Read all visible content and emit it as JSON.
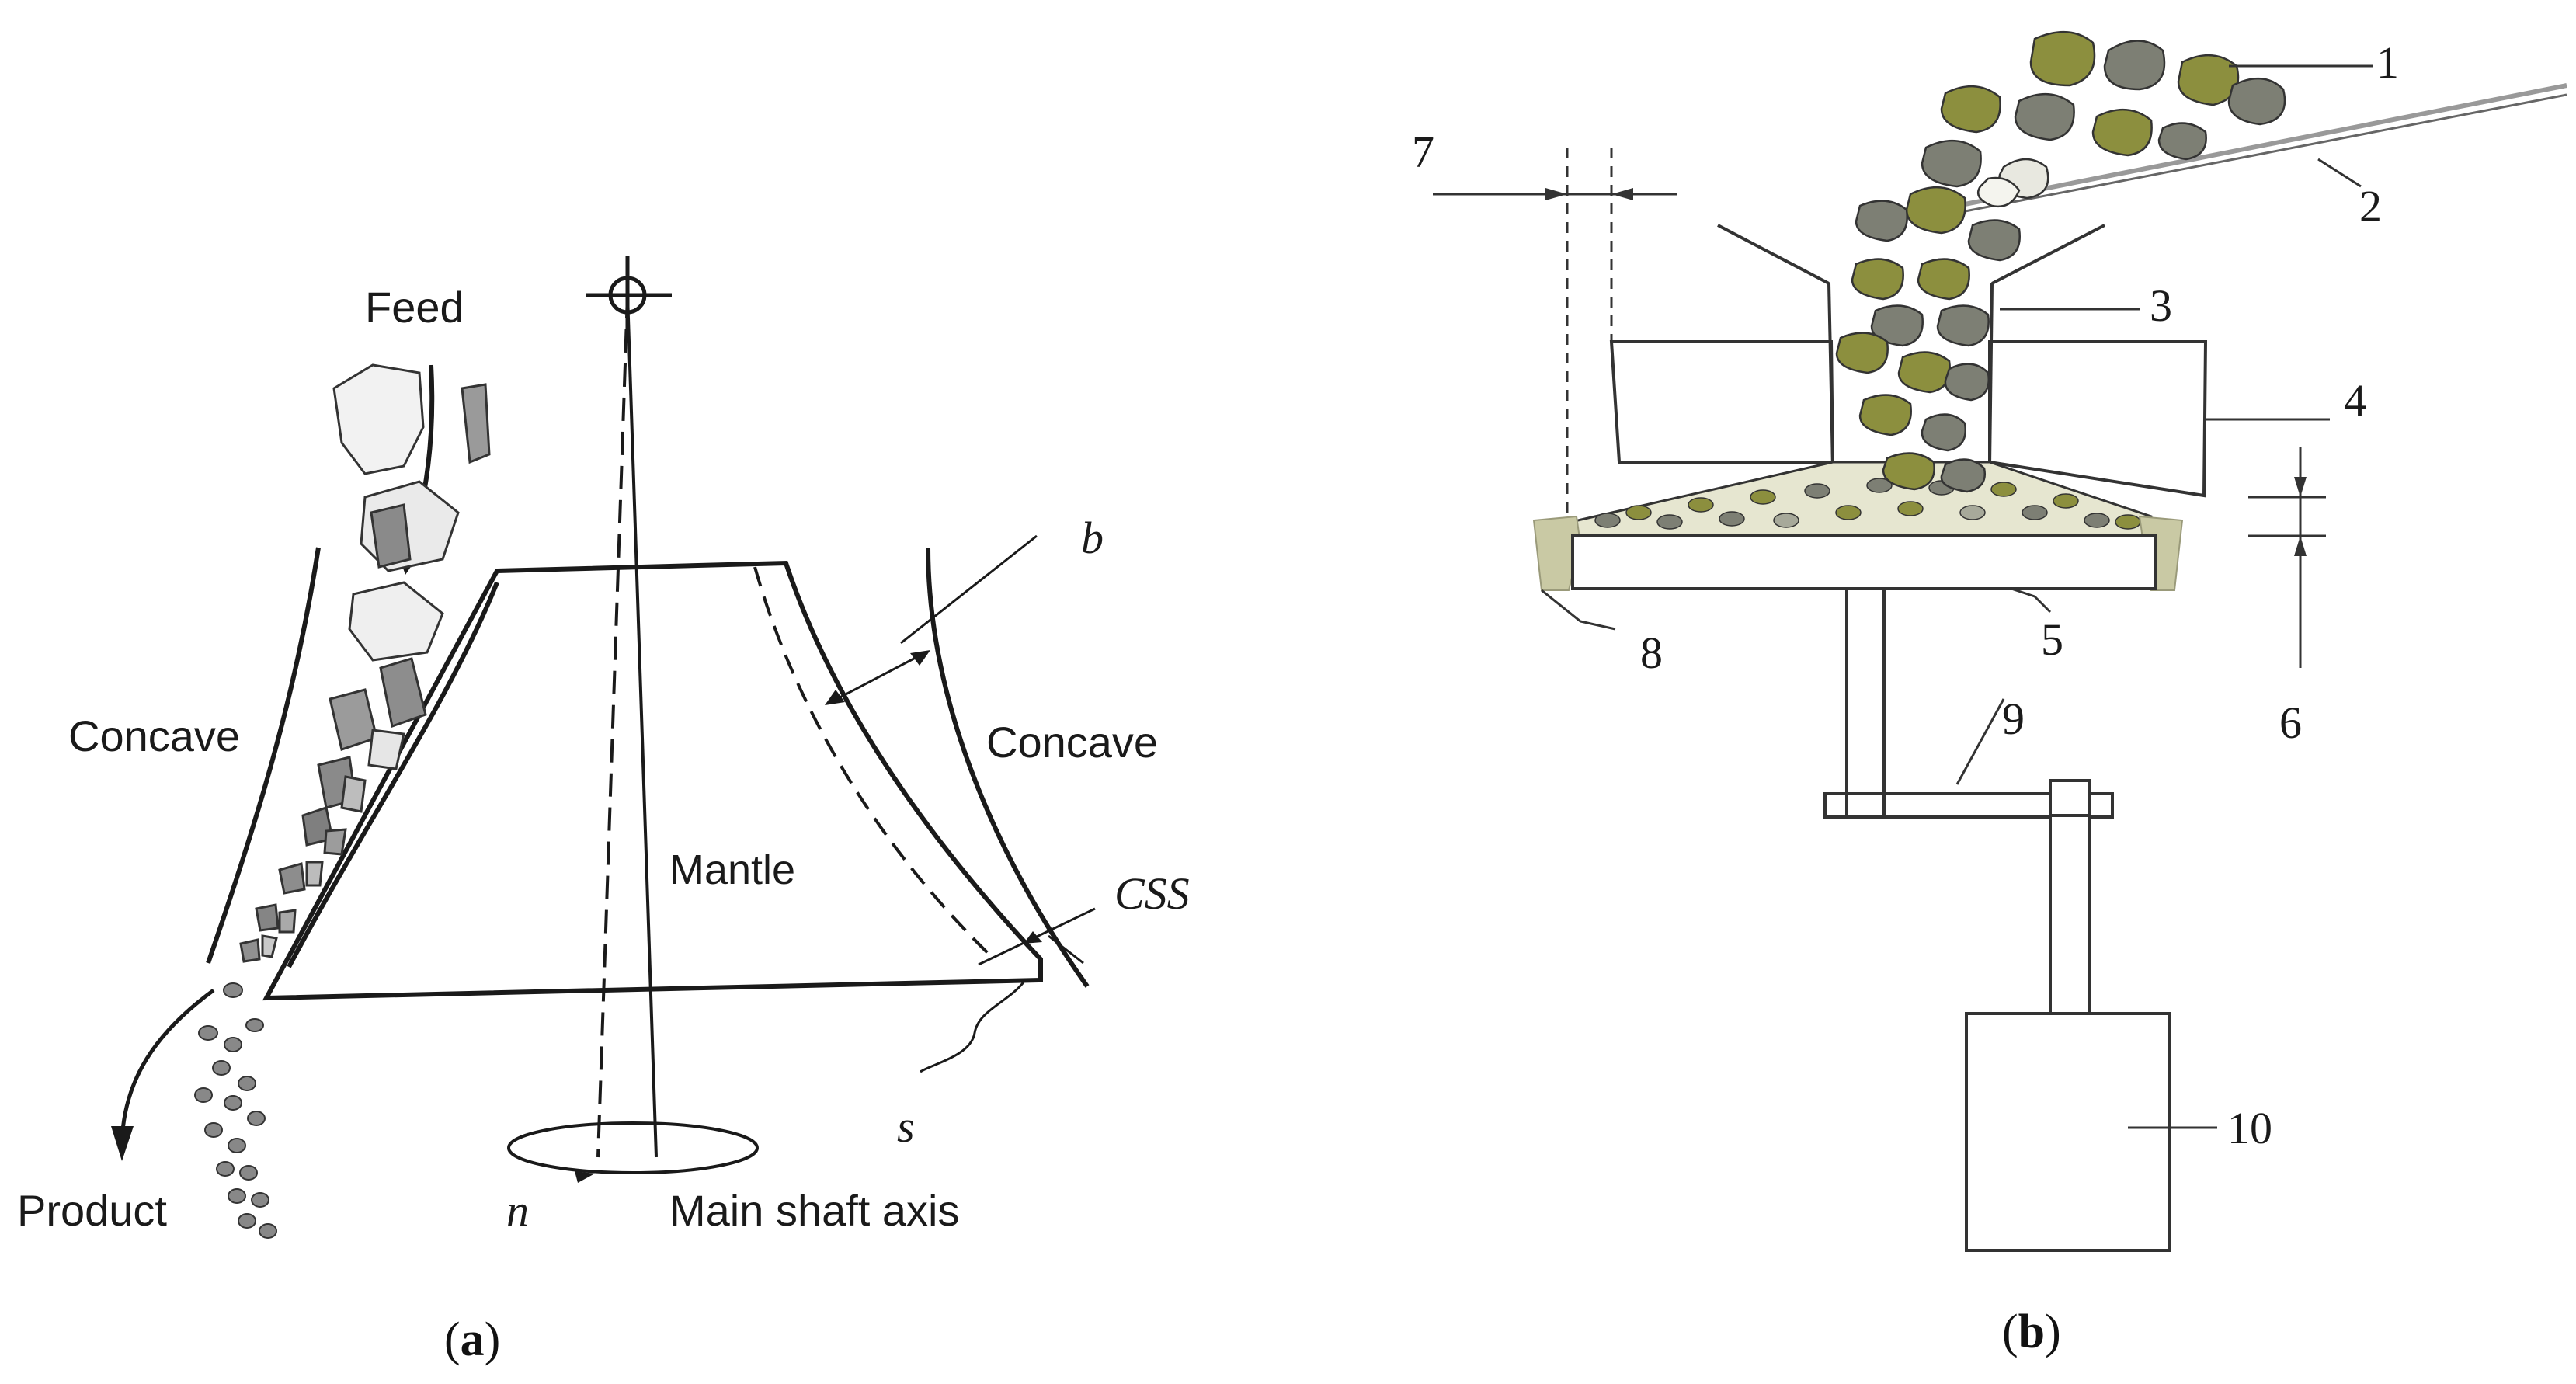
{
  "panel_a": {
    "caption_open": "(",
    "caption_letter": "a",
    "caption_close": ")",
    "labels": {
      "feed": "Feed",
      "concave_left": "Concave",
      "concave_right": "Concave",
      "mantle": "Mantle",
      "product": "Product",
      "main_shaft_axis": "Main shaft axis",
      "b": "b",
      "css": "CSS",
      "s": "s",
      "n": "n"
    }
  },
  "panel_b": {
    "caption_open": "(",
    "caption_letter": "b",
    "caption_close": ")",
    "numbers": {
      "n1": "1",
      "n2": "2",
      "n3": "3",
      "n4": "4",
      "n5": "5",
      "n6": "6",
      "n7": "7",
      "n8": "8",
      "n9": "9",
      "n10": "10"
    }
  },
  "colors": {
    "line": "#1a1a1a",
    "rock_olive": "#8c8f3e",
    "rock_gray": "#7d7f74",
    "rock_light": "#d8d8d0",
    "fines": "#c9c9a4"
  }
}
